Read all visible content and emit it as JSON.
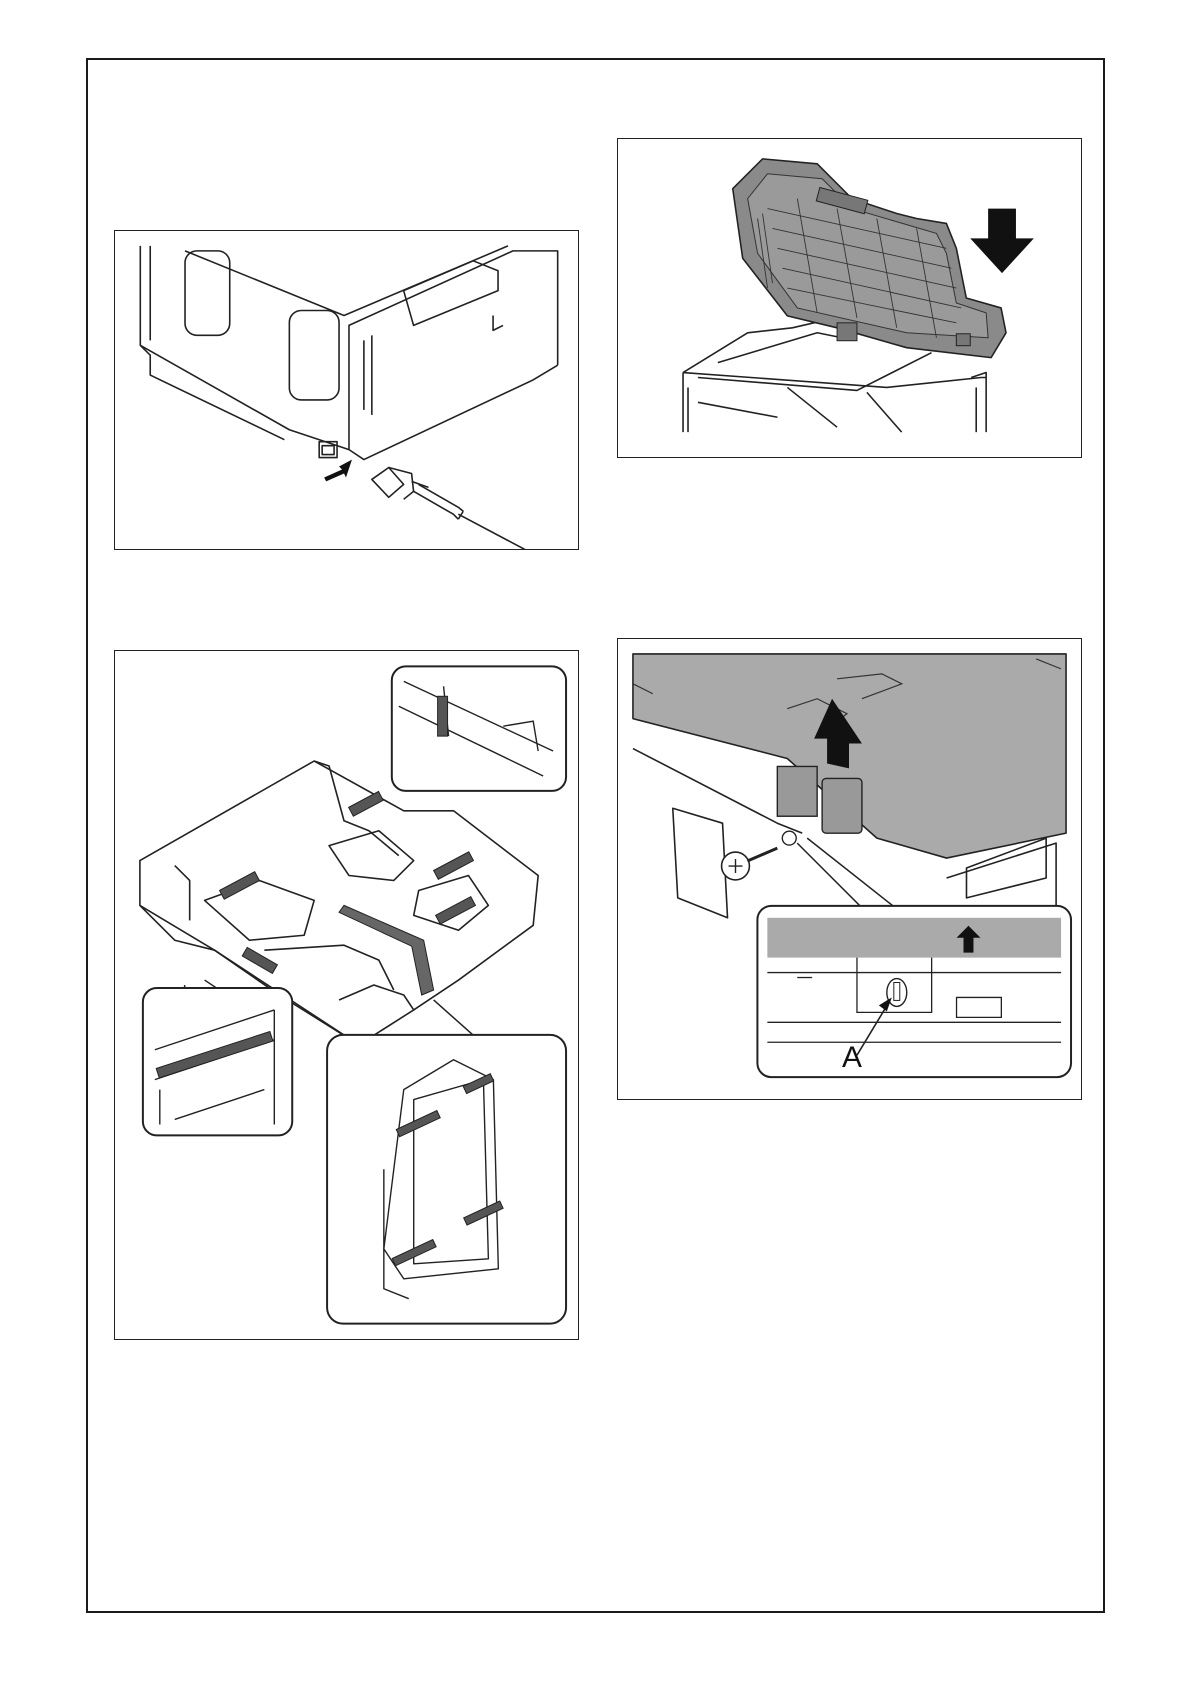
{
  "figures": [
    {
      "id": "fig-power-cord",
      "description_icon": "power-plug-icon"
    },
    {
      "id": "fig-adf-close",
      "description_icon": "arrow-down-icon"
    },
    {
      "id": "fig-packing-tape",
      "description_icon": "tape-icon"
    },
    {
      "id": "fig-scanner-screw",
      "description_icon": "screw-icon",
      "callout_label": "A"
    }
  ]
}
